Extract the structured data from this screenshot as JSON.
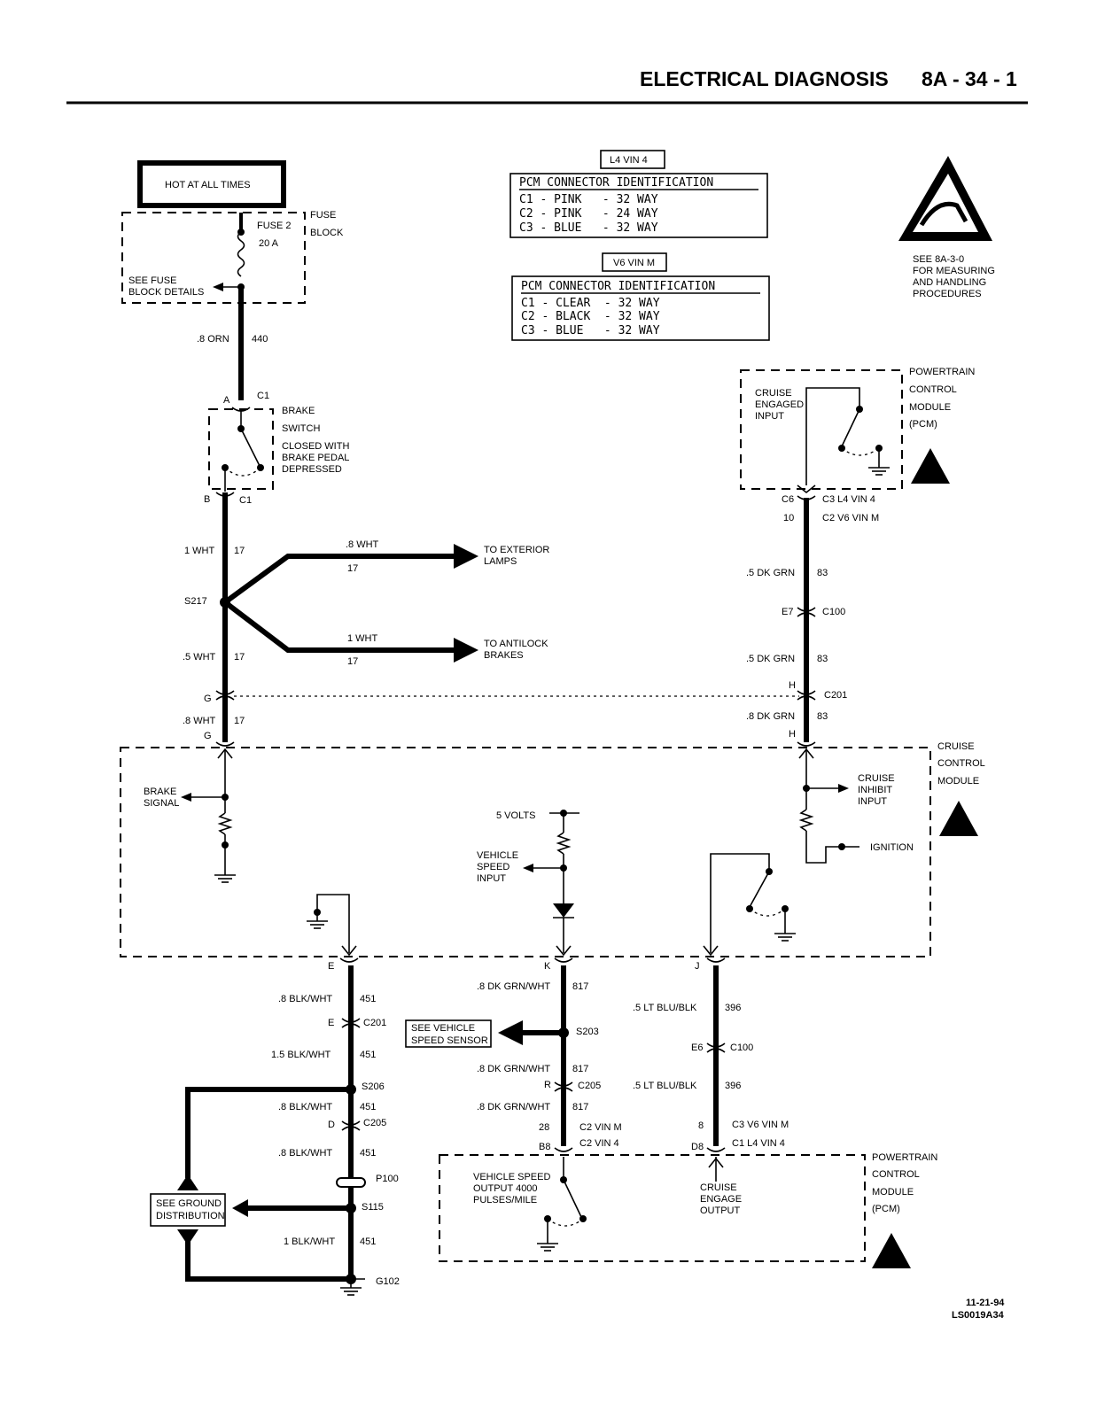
{
  "header": {
    "title": "ELECTRICAL DIAGNOSIS",
    "page": "8A - 34 - 1"
  },
  "hot_box": "HOT AT ALL TIMES",
  "fuse_block": {
    "label_1": "FUSE",
    "label_2": "BLOCK",
    "fuse": "FUSE 2",
    "amp": "20 A",
    "see_1": "SEE FUSE",
    "see_2": "BLOCK DETAILS"
  },
  "wires": {
    "w440": {
      "gauge": ".8 ORN",
      "circuit": "440"
    },
    "w17a": {
      "gauge": "1 WHT",
      "circuit": "17"
    },
    "w17_ext": {
      "gauge": ".8 WHT",
      "circuit": "17"
    },
    "w17_abs": {
      "gauge": "1 WHT",
      "circuit": "17"
    },
    "w17b": {
      "gauge": ".5 WHT",
      "circuit": "17"
    },
    "w17c": {
      "gauge": ".8 WHT",
      "circuit": "17"
    },
    "w83a": {
      "gauge": ".5 DK GRN",
      "circuit": "83"
    },
    "w83b": {
      "gauge": ".5 DK GRN",
      "circuit": "83"
    },
    "w83c": {
      "gauge": ".8 DK GRN",
      "circuit": "83"
    },
    "w451a": {
      "gauge": ".8 BLK/WHT",
      "circuit": "451"
    },
    "w451b": {
      "gauge": "1.5 BLK/WHT",
      "circuit": "451"
    },
    "w451c": {
      "gauge": ".8 BLK/WHT",
      "circuit": "451"
    },
    "w451d": {
      "gauge": ".8 BLK/WHT",
      "circuit": "451"
    },
    "w451e": {
      "gauge": "1 BLK/WHT",
      "circuit": "451"
    },
    "w817a": {
      "gauge": ".8 DK GRN/WHT",
      "circuit": "817"
    },
    "w817b": {
      "gauge": ".8 DK GRN/WHT",
      "circuit": "817"
    },
    "w817c": {
      "gauge": ".8 DK GRN/WHT",
      "circuit": "817"
    },
    "w396a": {
      "gauge": ".5 LT BLU/BLK",
      "circuit": "396"
    },
    "w396b": {
      "gauge": ".5 LT BLU/BLK",
      "circuit": "396"
    }
  },
  "brake_switch": {
    "pin_a": "A",
    "conn_top": "C1",
    "label_1": "BRAKE",
    "label_2": "SWITCH",
    "desc_1": "CLOSED WITH",
    "desc_2": "BRAKE PEDAL",
    "desc_3": "DEPRESSED",
    "pin_b": "B",
    "conn_bot": "C1"
  },
  "splice_s217": "S217",
  "to_exterior": {
    "l1": "TO EXTERIOR",
    "l2": "LAMPS"
  },
  "to_antilock": {
    "l1": "TO ANTILOCK",
    "l2": "BRAKES"
  },
  "pcm_l4": {
    "tag": "L4 VIN 4",
    "title": "PCM CONNECTOR IDENTIFICATION",
    "rows": [
      "C1 - PINK   - 32 WAY",
      "C2 - PINK   - 24 WAY",
      "C3 - BLUE   - 32 WAY"
    ]
  },
  "pcm_v6": {
    "tag": "V6 VIN M",
    "title": "PCM CONNECTOR IDENTIFICATION",
    "rows": [
      "C1 - CLEAR  - 32 WAY",
      "C2 - BLACK  - 32 WAY",
      "C3 - BLUE   - 32 WAY"
    ]
  },
  "esd_note": [
    "SEE 8A-3-0",
    "FOR MEASURING",
    "AND HANDLING",
    "PROCEDURES"
  ],
  "pcm_top": {
    "l1": "POWERTRAIN",
    "l2": "CONTROL",
    "l3": "MODULE",
    "l4": "(PCM)",
    "input_1": "CRUISE",
    "input_2": "ENGAGED",
    "input_3": "INPUT",
    "pin_c6": "C6",
    "conn_c3": "C3 L4 VIN 4",
    "pin_10": "10",
    "conn_c2": "C2 V6 VIN M"
  },
  "connectors": {
    "e7": "E7",
    "c100": "C100",
    "g1": "G",
    "c201": "C201",
    "h1": "H",
    "g2": "G",
    "h2": "H",
    "e1": "E",
    "k": "K",
    "j": "J",
    "e2": "E",
    "c201b": "C201",
    "s206": "S206",
    "d": "D",
    "c205a": "C205",
    "p100": "P100",
    "s115": "S115",
    "g102": "G102",
    "s203": "S203",
    "r": "R",
    "c205b": "C205",
    "e6": "E6",
    "c100b": "C100",
    "pin28": "28",
    "c2vinm": "C2 VIN M",
    "b8": "B8",
    "c2vin4": "C2 VIN 4",
    "pin8": "8",
    "c3v6": "C3 V6 VIN M",
    "d8": "D8",
    "c1l4": "C1 L4 VIN 4"
  },
  "cruise_module": {
    "l1": "CRUISE",
    "l2": "CONTROL",
    "l3": "MODULE",
    "brake_1": "BRAKE",
    "brake_2": "SIGNAL",
    "volts": "5 VOLTS",
    "vs_1": "VEHICLE",
    "vs_2": "SPEED",
    "vs_3": "INPUT",
    "ci_1": "CRUISE",
    "ci_2": "INHIBIT",
    "ci_3": "INPUT",
    "ignition": "IGNITION"
  },
  "see_vss": {
    "l1": "SEE VEHICLE",
    "l2": "SPEED SENSOR"
  },
  "see_ground": {
    "l1": "SEE GROUND",
    "l2": "DISTRIBUTION"
  },
  "pcm_bottom": {
    "l1": "POWERTRAIN",
    "l2": "CONTROL",
    "l3": "MODULE",
    "l4": "(PCM)",
    "vso_1": "VEHICLE SPEED",
    "vso_2": "OUTPUT 4000",
    "vso_3": "PULSES/MILE",
    "ceo_1": "CRUISE",
    "ceo_2": "ENGAGE",
    "ceo_3": "OUTPUT"
  },
  "footer": {
    "date": "11-21-94",
    "code": "LS0019A34"
  }
}
